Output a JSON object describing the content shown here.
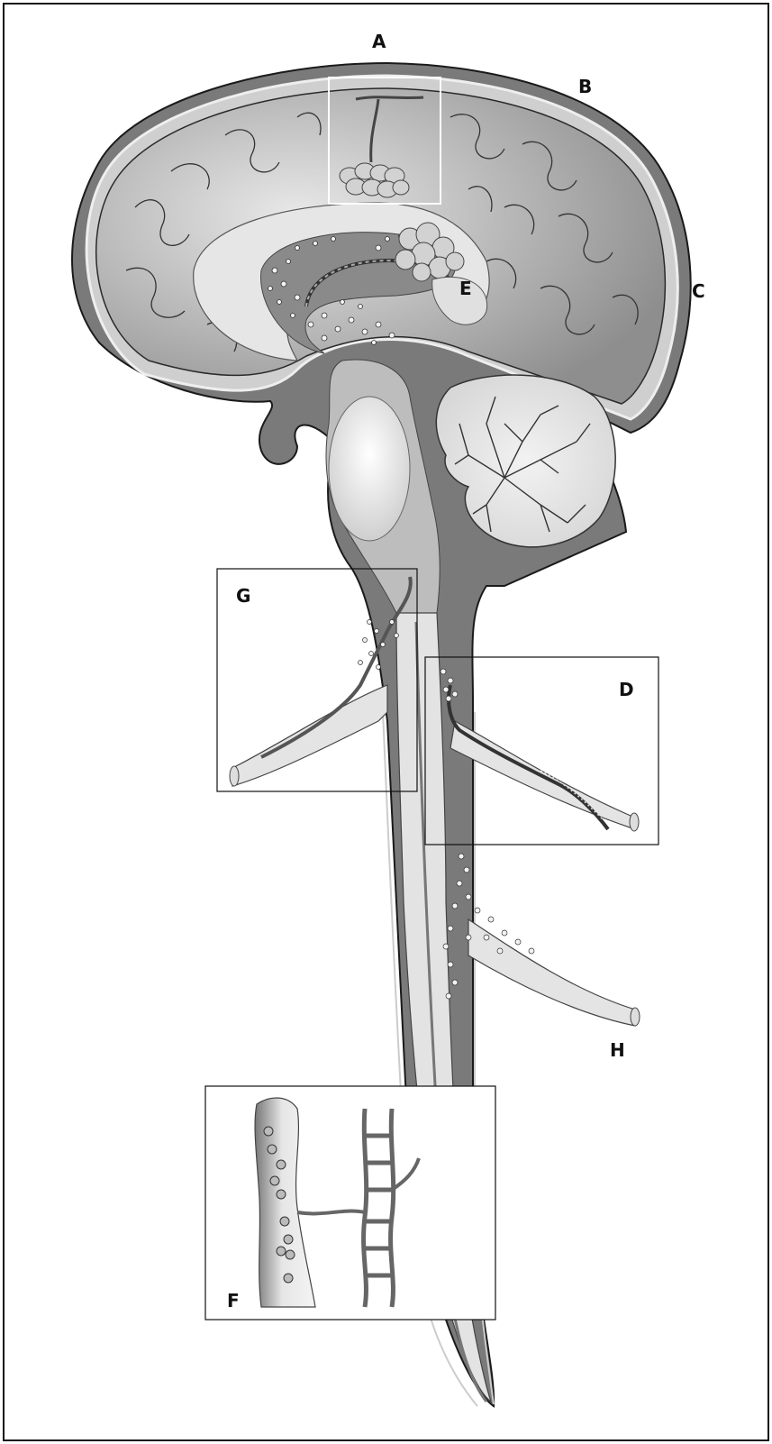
{
  "labels": {
    "A": "A",
    "B": "B",
    "C": "C",
    "D": "D",
    "E": "E",
    "F": "F",
    "G": "G",
    "H": "H"
  },
  "colors": {
    "dark_gray": "#6e6e6e",
    "mid_gray": "#9a9a9a",
    "light_gray": "#dcdcdc",
    "brain_fill": "#c8c8c8",
    "pale": "#ebebeb",
    "outline": "#1a1a1a"
  }
}
